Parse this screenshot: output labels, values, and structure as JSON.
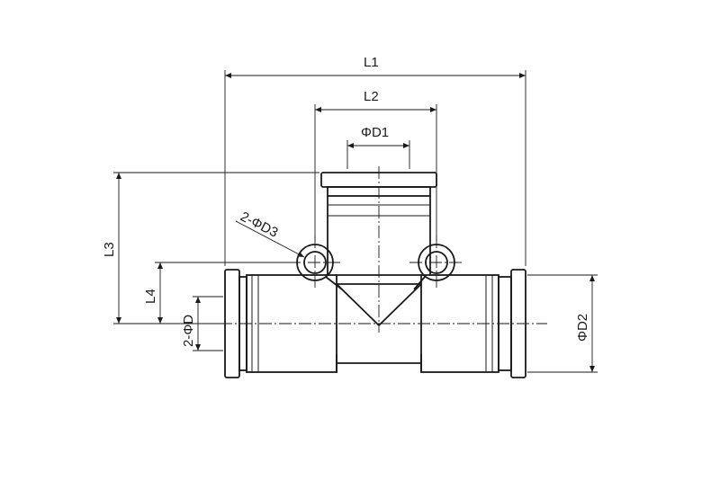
{
  "labels": {
    "L1": "L1",
    "L2": "L2",
    "D1": "ΦD1",
    "D3": "2-ΦD3",
    "L3": "L3",
    "L4": "L4",
    "D": "2-ΦD",
    "D2": "ΦD2"
  },
  "colors": {
    "line": "#1a1a1a",
    "background": "#ffffff"
  }
}
